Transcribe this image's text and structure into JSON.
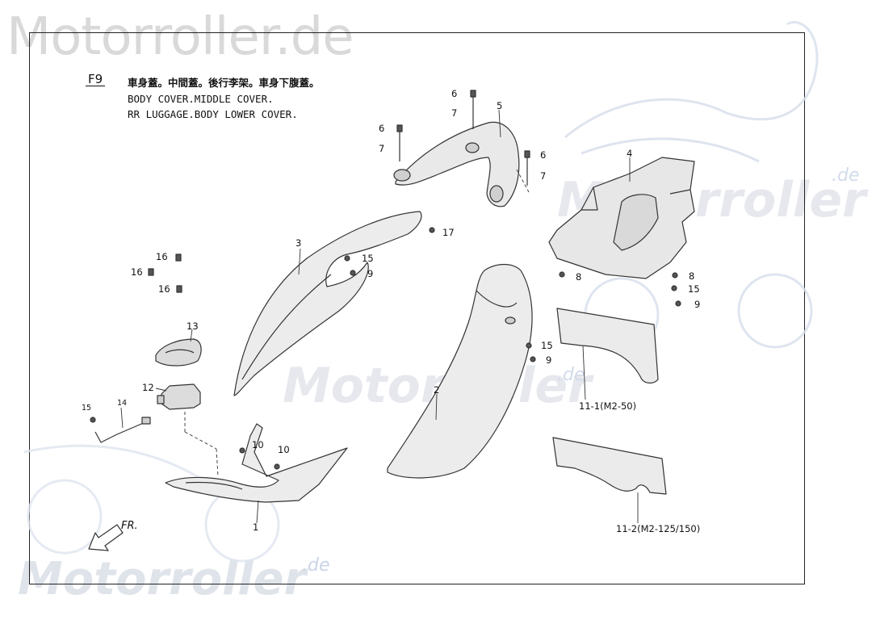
{
  "watermarks": {
    "top": "Motorroller.de",
    "bottom": "Motorroller",
    "bottom_suffix": ".de",
    "middle": "Motorroller",
    "middle_suffix": ".de",
    "right": "Motorroller",
    "right_suffix": ".de"
  },
  "header": {
    "code": "F9",
    "line_cn": "車身蓋。中間蓋。後行李架。車身下腹蓋。",
    "line_en1": "BODY COVER.MIDDLE COVER.",
    "line_en2": "RR LUGGAGE.BODY LOWER COVER."
  },
  "direction_label": "FR.",
  "part_labels": [
    {
      "id": "p6a",
      "text": "6"
    },
    {
      "id": "p7a",
      "text": "7"
    },
    {
      "id": "p5",
      "text": "5"
    },
    {
      "id": "p6b",
      "text": "6"
    },
    {
      "id": "p7b",
      "text": "7"
    },
    {
      "id": "p6c",
      "text": "6"
    },
    {
      "id": "p7c",
      "text": "7"
    },
    {
      "id": "p4",
      "text": "4"
    },
    {
      "id": "p17",
      "text": "17"
    },
    {
      "id": "p3",
      "text": "3"
    },
    {
      "id": "p15a",
      "text": "15"
    },
    {
      "id": "p9a",
      "text": "9"
    },
    {
      "id": "p16a",
      "text": "16"
    },
    {
      "id": "p16b",
      "text": "16"
    },
    {
      "id": "p16c",
      "text": "16"
    },
    {
      "id": "p8a",
      "text": "8"
    },
    {
      "id": "p8b",
      "text": "8"
    },
    {
      "id": "p15b",
      "text": "15"
    },
    {
      "id": "p9b",
      "text": "9"
    },
    {
      "id": "p13",
      "text": "13"
    },
    {
      "id": "p15c",
      "text": "15"
    },
    {
      "id": "p9c",
      "text": "9"
    },
    {
      "id": "p12",
      "text": "12"
    },
    {
      "id": "p2",
      "text": "2"
    },
    {
      "id": "p15d",
      "text": "15"
    },
    {
      "id": "p14",
      "text": "14"
    },
    {
      "id": "p11_1",
      "text": "11-1(M2-50)"
    },
    {
      "id": "p10a",
      "text": "10"
    },
    {
      "id": "p10b",
      "text": "10"
    },
    {
      "id": "p1",
      "text": "1"
    },
    {
      "id": "p11_2",
      "text": "11-2(M2-125/150)"
    }
  ]
}
